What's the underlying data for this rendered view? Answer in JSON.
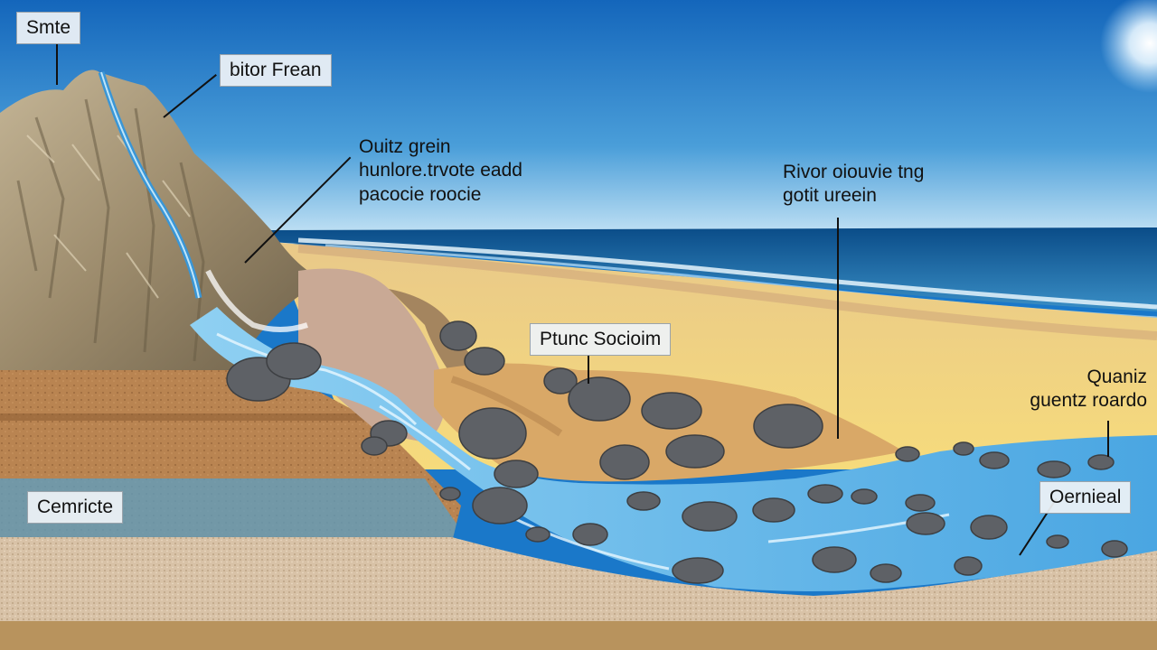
{
  "labels": {
    "summit": "Smte",
    "river_fresh": "bitor Frean",
    "quartz_grain": {
      "line1": "Ouitz grein",
      "line2": "hunlore.trvote eadd",
      "line3": "pacocie roocie"
    },
    "river_outlet": {
      "line1": "Rivor oiouvie tng",
      "line2": "gotit ureein"
    },
    "rock_section": "Ptunc Socioim",
    "quartz_rounded": {
      "line1": "Quaniz",
      "line2": "guentz roardo"
    },
    "coastline": "Cemricte",
    "deposit": "Oernieal"
  },
  "colors": {
    "sky_top": "#1569bf",
    "sky_horizon": "#cfe8f7",
    "sea_deep": "#0b4f8c",
    "sand": "#f0d27a",
    "river_water": "#4fa9e3",
    "rock": "#9f8f72",
    "pebble": "#5e6166"
  }
}
